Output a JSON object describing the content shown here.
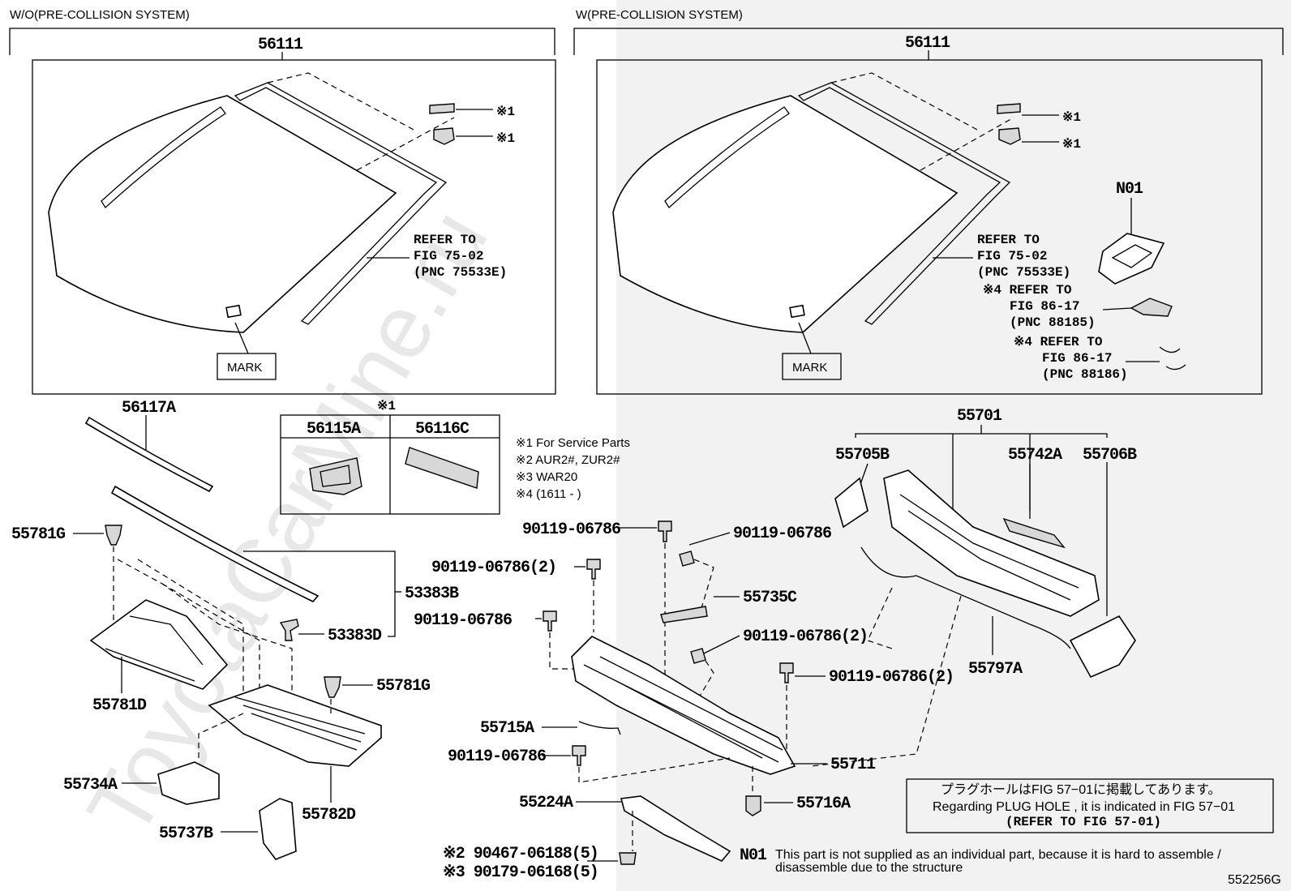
{
  "watermark": "ToyotaCarMine.ru",
  "sections": {
    "left_title": "W/O(PRE-COLLISION SYSTEM)",
    "right_title": "W(PRE-COLLISION SYSTEM)"
  },
  "parts": {
    "p56111_left": "56111",
    "p56111_right": "56111",
    "n01": "N01",
    "p56117A": "56117A",
    "p55781G_a": "55781G",
    "p55781G_b": "55781G",
    "p53383B": "53383B",
    "p53383D": "53383D",
    "p55781D": "55781D",
    "p55734A": "55734A",
    "p55737B": "55737B",
    "p55782D": "55782D",
    "p55701": "55701",
    "p55705B": "55705B",
    "p55742A": "55742A",
    "p55706B": "55706B",
    "p55735C": "55735C",
    "p55797A": "55797A",
    "p55715A": "55715A",
    "p55711": "55711",
    "p55224A": "55224A",
    "p55716A": "55716A",
    "b1": "90119-06786",
    "b2": "90119-06786",
    "b3": "90119-06786(2)",
    "b4": "90119-06786",
    "b5": "90119-06786(2)",
    "b6": "90119-06786(2)",
    "b7": "90119-06786",
    "c1": "※2 90467-06188(5)",
    "c2": "※3 90179-06168(5)"
  },
  "refs": {
    "left_ref": [
      "REFER TO",
      "FIG 75-02",
      "(PNC 75533E)"
    ],
    "right_ref": [
      "REFER TO",
      "FIG 75-02",
      "(PNC 75533E)"
    ],
    "ref4a": [
      "※4 REFER TO",
      "FIG 86-17",
      "(PNC 88185)"
    ],
    "ref4b": [
      "※4 REFER TO",
      "FIG 86-17",
      "(PNC 88186)"
    ],
    "mark_left": "MARK",
    "mark_right": "MARK",
    "star1a": "※1",
    "star1b": "※1",
    "star1c": "※1",
    "star1d": "※1"
  },
  "service_box": {
    "header": "※1",
    "col1": "56115A",
    "col2": "56116C"
  },
  "legend": [
    "※1 For Service Parts",
    "※2 AUR2#, ZUR2#",
    "※3 WAR20",
    "※4 (1611 -      )"
  ],
  "plug_note": {
    "jp": "プラグホールはFIG 57−01に掲載してあります。",
    "en": "Regarding  PLUG  HOLE , it is indicated in FIG 57−01",
    "ref": "(REFER  TO  FIG 57-01)"
  },
  "n01_note": {
    "label": "N01",
    "line1": "This part is not supplied as an individual part, because it is hard to assemble /",
    "line2": "disassemble due to the structure"
  },
  "figure_id": "552256G"
}
